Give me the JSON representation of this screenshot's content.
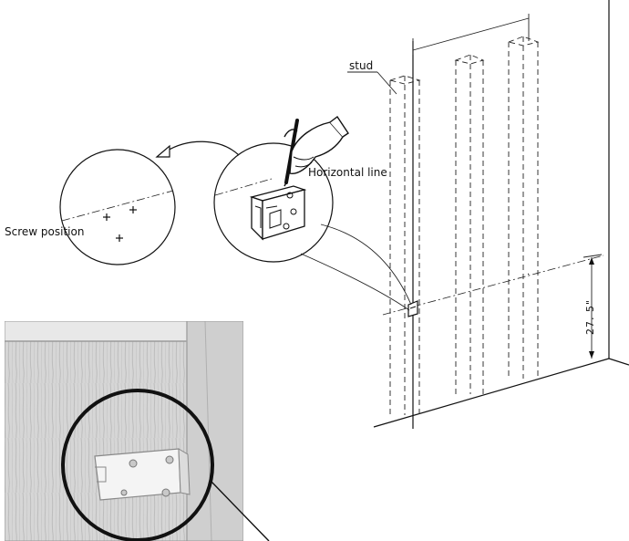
{
  "labels": {
    "stud": "stud",
    "horizontal_line": "Horizontal line",
    "screw_position": "Screw position",
    "height_dimension": "27. 5\""
  },
  "colors": {
    "line": "#111111",
    "photo_bg": "#d9d9d9",
    "photo_grain": "#b5b5b5",
    "bracket": "#f4f4f4"
  },
  "icons": [
    "hand-with-pencil-icon",
    "curved-arrow-icon",
    "bracket-icon"
  ]
}
